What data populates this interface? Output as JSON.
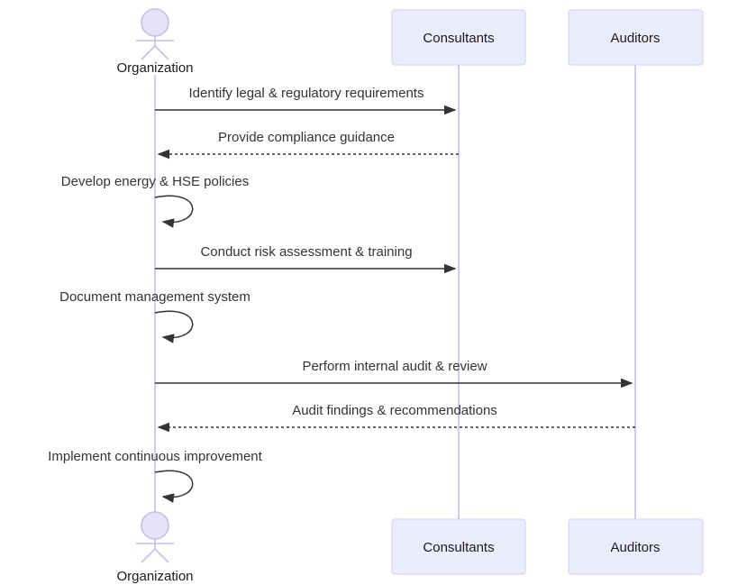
{
  "diagram": {
    "type": "sequence-diagram",
    "actors": [
      {
        "id": "organization",
        "label": "Organization",
        "kind": "actor"
      },
      {
        "id": "consultants",
        "label": "Consultants",
        "kind": "participant"
      },
      {
        "id": "auditors",
        "label": "Auditors",
        "kind": "participant"
      }
    ],
    "messages": [
      {
        "from": "organization",
        "to": "consultants",
        "label": "Identify legal & regulatory requirements",
        "style": "solid"
      },
      {
        "from": "consultants",
        "to": "organization",
        "label": "Provide compliance guidance",
        "style": "dashed"
      },
      {
        "from": "organization",
        "to": "organization",
        "label": "Develop energy & HSE policies",
        "style": "self"
      },
      {
        "from": "organization",
        "to": "consultants",
        "label": "Conduct risk assessment & training",
        "style": "solid"
      },
      {
        "from": "organization",
        "to": "organization",
        "label": "Document management system",
        "style": "self"
      },
      {
        "from": "organization",
        "to": "auditors",
        "label": "Perform internal audit & review",
        "style": "solid"
      },
      {
        "from": "auditors",
        "to": "organization",
        "label": "Audit findings & recommendations",
        "style": "dashed"
      },
      {
        "from": "organization",
        "to": "organization",
        "label": "Implement continuous improvement",
        "style": "self"
      }
    ],
    "colors": {
      "participant_fill": "#ECECFF",
      "participant_border": "#D3CCF3",
      "actor_fill": "#E6E2F8",
      "actor_stroke": "#C7BEEA",
      "lifeline": "#CDC7F1",
      "message_line": "#333333",
      "text": "#333333",
      "background": "#FFFFFF"
    }
  }
}
